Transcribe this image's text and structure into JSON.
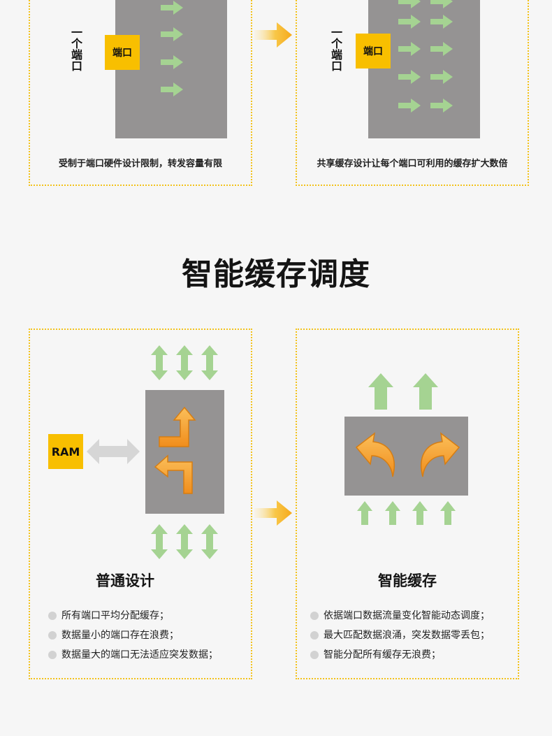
{
  "top": {
    "left": {
      "vertical_label": "一个端口",
      "port_label": "端口",
      "caption": "受制于端口硬件设计限制，转发容量有限"
    },
    "right": {
      "vertical_label": "一个端口",
      "port_label": "端口",
      "caption": "共享缓存设计让每个端口可利用的缓存扩大数倍"
    }
  },
  "section_title": "智能缓存调度",
  "bottom": {
    "left": {
      "ram_label": "RAM",
      "title": "普通设计",
      "bullets": [
        "所有端口平均分配缓存；",
        "数据量小的端口存在浪费；",
        "数据量大的端口无法适应突发数据；"
      ]
    },
    "right": {
      "title": "智能缓存",
      "bullets": [
        "依据端口数据流量变化智能动态调度；",
        "最大匹配数据浪涌，突发数据零丢包；",
        "智能分配所有缓存无浪费；"
      ]
    }
  },
  "colors": {
    "panel_border": "#f3c21a",
    "gray_block": "#959393",
    "port_yellow": "#f8bf00",
    "green_arrow": "#a5d392",
    "orange_arrow": "#f7a530",
    "transition_arrow": "#f6b21c",
    "gray_arrow": "#d6d6d6"
  },
  "icons": {
    "flow_arrows": "right-arrow-icon",
    "transition": "transition-arrow-icon",
    "bidirectional": "double-arrow-icon",
    "turn": "turn-arrow-icon",
    "curve": "curved-arrow-icon"
  }
}
